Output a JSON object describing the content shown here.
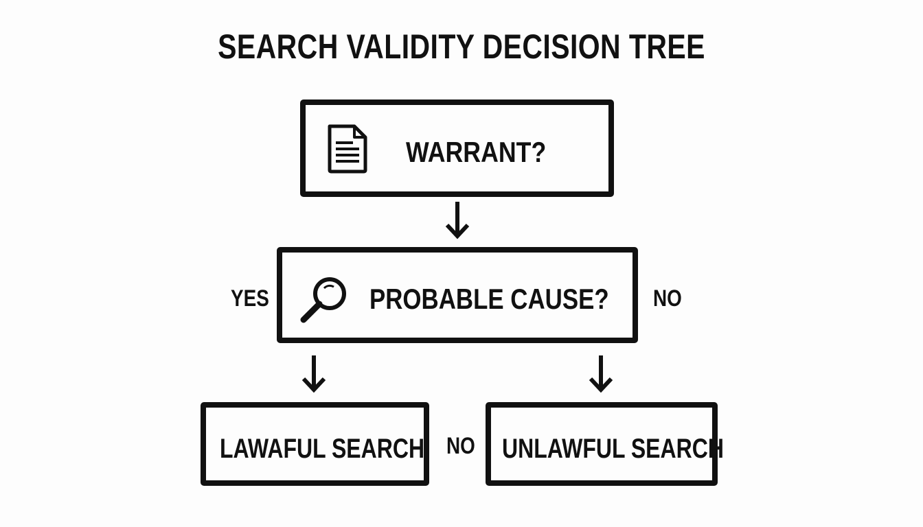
{
  "title": "SEARCH VALIDITY DECISION TREE",
  "nodes": {
    "warrant": {
      "label": "WARRANT?",
      "icon": "document-icon"
    },
    "probable_cause": {
      "label": "PROBABLE CAUSE?",
      "icon": "magnifying-glass-icon"
    },
    "lawful": {
      "label": "LAWAFUL SEARCH"
    },
    "unlawful": {
      "label": "UNLAWFUL SEARCH"
    }
  },
  "edge_labels": {
    "yes": "YES",
    "no_right": "NO",
    "no_bottom": "NO"
  },
  "colors": {
    "stroke": "#111111",
    "background": "#fdfdfd"
  }
}
